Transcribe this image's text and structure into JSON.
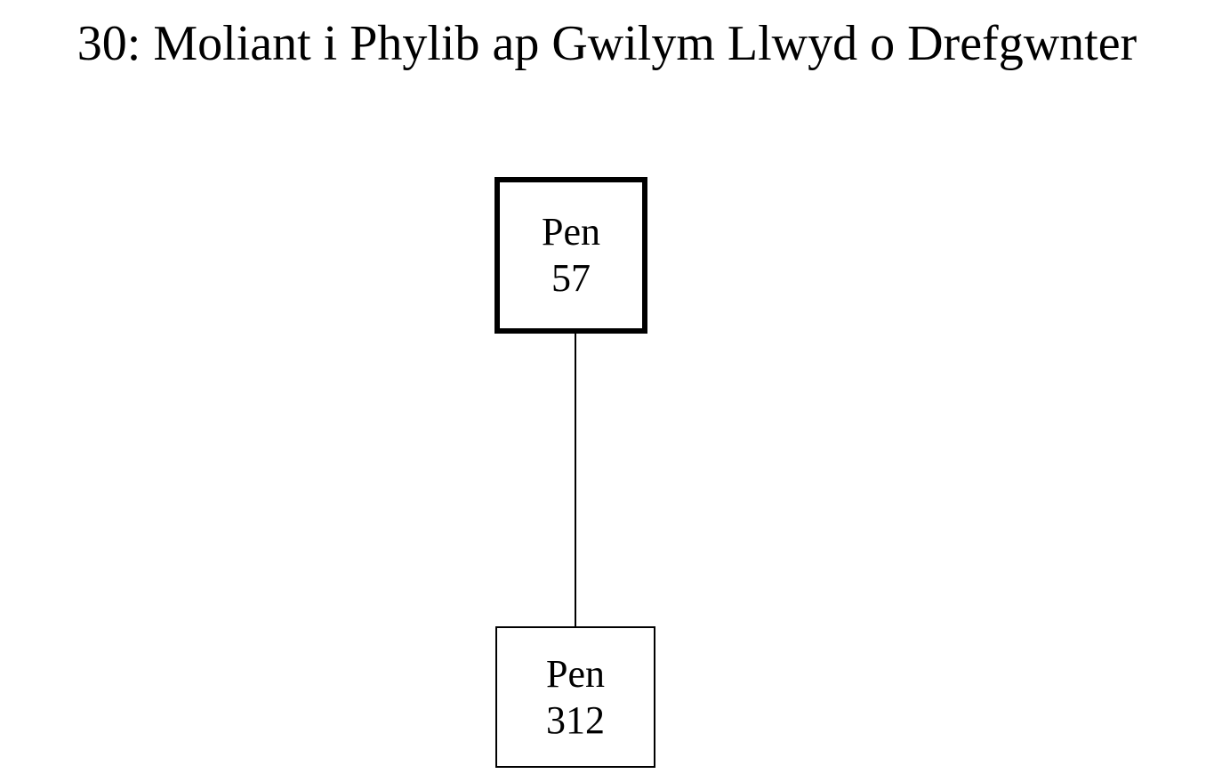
{
  "title": "30: Moliant i Phylib ap Gwilym Llwyd o Drefgwnter",
  "nodes": [
    {
      "line1": "Pen",
      "line2": "57"
    },
    {
      "line1": "Pen",
      "line2": "312"
    }
  ]
}
